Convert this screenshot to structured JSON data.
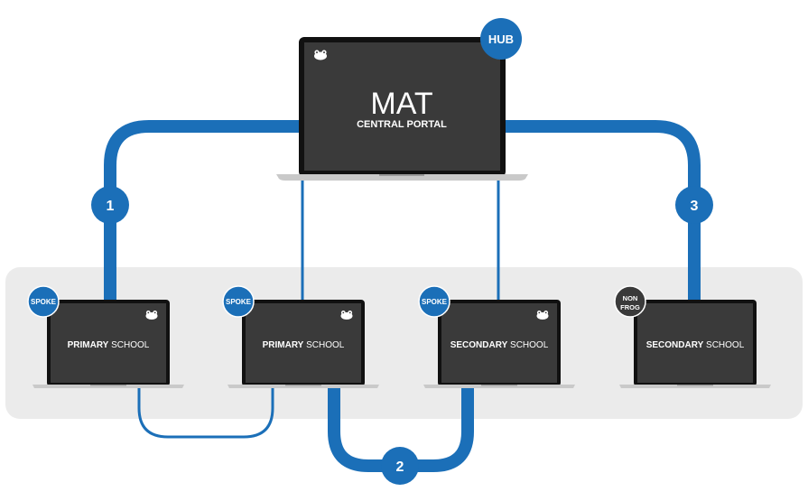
{
  "colors": {
    "connector": "#1b6fb8",
    "badge": "#1b6fb8",
    "badge_dark": "#3a3a3a",
    "screen": "#3a3a3a",
    "bezel": "#111111",
    "base": "#c9c9c9",
    "band": "#ebebeb",
    "text_on_dark": "#ffffff"
  },
  "hub": {
    "badge": "HUB",
    "icon": "frog-logo-icon",
    "title": "MAT",
    "subtitle": "CENTRAL PORTAL"
  },
  "schools": [
    {
      "badge": "SPOKE",
      "badge_style": "spoke",
      "name_bold": "PRIMARY",
      "name_rest": " SCHOOL",
      "icon": "frog-logo-icon"
    },
    {
      "badge": "SPOKE",
      "badge_style": "spoke",
      "name_bold": "PRIMARY",
      "name_rest": " SCHOOL",
      "icon": "frog-logo-icon"
    },
    {
      "badge": "SPOKE",
      "badge_style": "spoke",
      "name_bold": "SECONDARY",
      "name_rest": " SCHOOL",
      "icon": "frog-logo-icon"
    },
    {
      "badge": [
        "NON",
        "FROG"
      ],
      "badge_style": "nonfrog",
      "name_bold": "SECONDARY",
      "name_rest": " SCHOOL",
      "icon": ""
    }
  ],
  "connections": [
    {
      "label": "1"
    },
    {
      "label": "2"
    },
    {
      "label": "3"
    }
  ]
}
